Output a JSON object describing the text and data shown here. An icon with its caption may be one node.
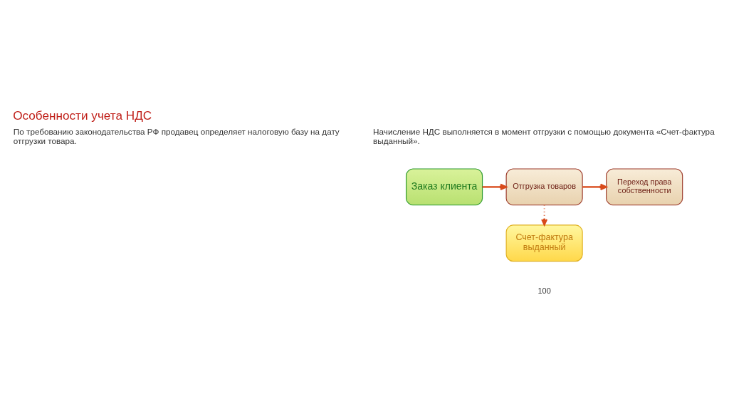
{
  "diagram": {
    "title": "Особенности учета НДС",
    "nodes": [
      {
        "text": [
          "Заказ клиента"
        ]
      },
      {
        "text": [
          "Отгрузка товаров"
        ]
      },
      {
        "text": [
          "Переход права собственности"
        ]
      },
      {
        "text": [
          "Счет-фактура выданный"
        ]
      }
    ],
    "edges": [
      {
        "from": 0,
        "to": 1,
        "arrow": "to"
      },
      {
        "from": 1,
        "to": 2,
        "arrow": "to"
      },
      {
        "from": 1,
        "to": 3,
        "arrow": "to",
        "style": "dashed"
      }
    ],
    "labels": [
      "По требованию законодательства РФ продавец определяет налоговую базу на дату отгрузки товара.",
      "Начисление НДС выполняется в момент отгрузки с помощью документа «Счет-фактура выданный».",
      "100"
    ]
  }
}
